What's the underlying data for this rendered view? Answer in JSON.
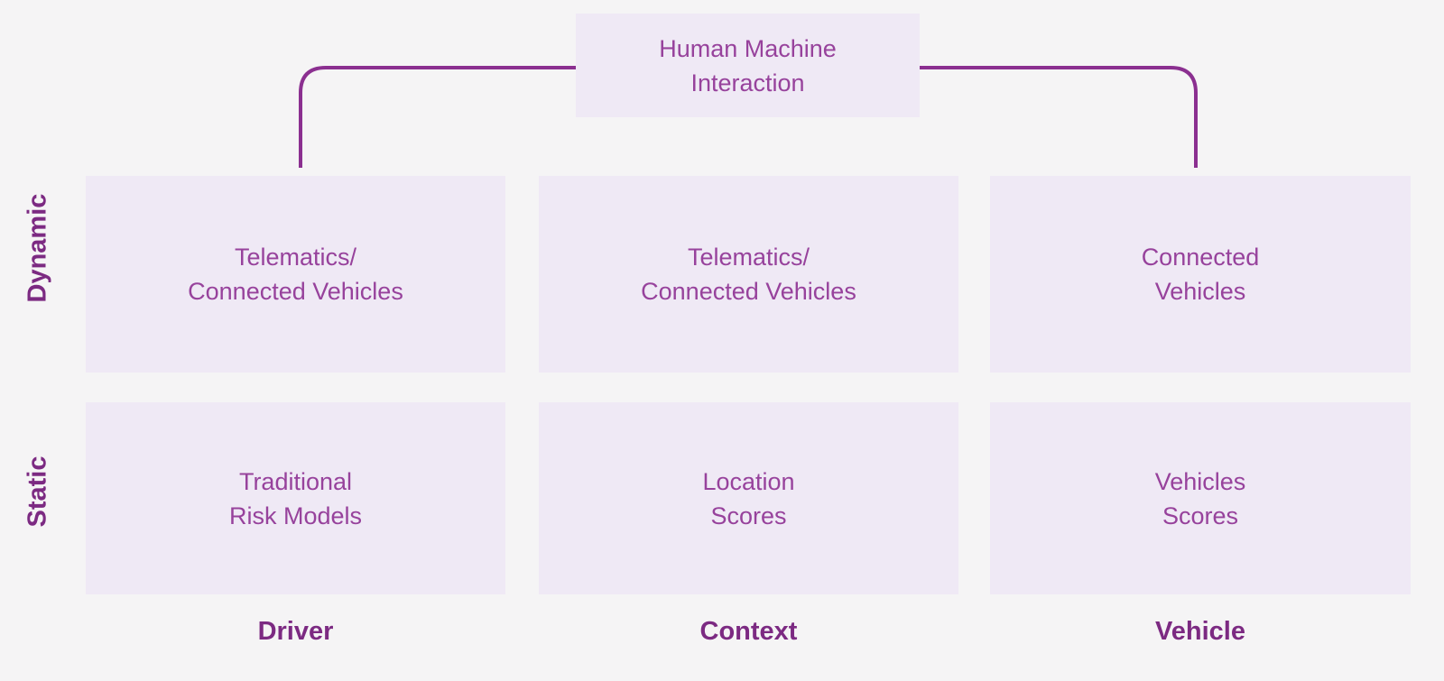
{
  "colors": {
    "background": "#f5f4f5",
    "box_fill": "#efe9f5",
    "cell_text": "#97429c",
    "heading_text": "#7c2a82",
    "connector_line": "#8b2f90"
  },
  "top_box": {
    "label": "Human Machine\nInteraction"
  },
  "row_labels": [
    {
      "label": "Dynamic"
    },
    {
      "label": "Static"
    }
  ],
  "column_labels": [
    {
      "label": "Driver"
    },
    {
      "label": "Context"
    },
    {
      "label": "Vehicle"
    }
  ],
  "grid": {
    "rows": [
      {
        "name": "Dynamic",
        "cells": [
          {
            "label": "Telematics/\nConnected Vehicles"
          },
          {
            "label": "Telematics/\nConnected Vehicles"
          },
          {
            "label": "Connected\nVehicles"
          }
        ]
      },
      {
        "name": "Static",
        "cells": [
          {
            "label": "Traditional\nRisk Models"
          },
          {
            "label": "Location\nScores"
          },
          {
            "label": "Vehicles\nScores"
          }
        ]
      }
    ]
  }
}
